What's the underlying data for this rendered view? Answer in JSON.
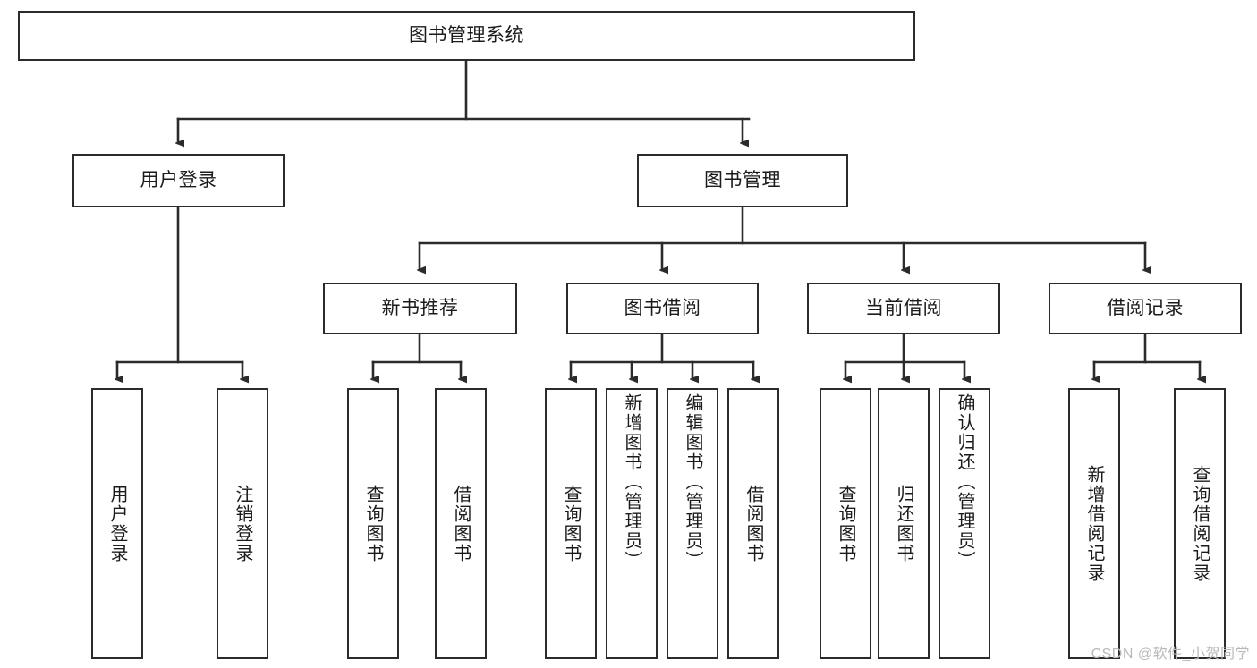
{
  "diagram": {
    "title_node": {
      "label": "图书管理系统"
    },
    "level2": [
      {
        "id": "user-login",
        "label": "用户登录"
      },
      {
        "id": "book-management",
        "label": "图书管理"
      }
    ],
    "level3": [
      {
        "id": "new-book-recommend",
        "label": "新书推荐"
      },
      {
        "id": "book-borrow",
        "label": "图书借阅"
      },
      {
        "id": "current-borrow",
        "label": "当前借阅"
      },
      {
        "id": "borrow-record",
        "label": "借阅记录"
      }
    ],
    "leaves": [
      {
        "id": "leaf-user-login",
        "label": "用户登录"
      },
      {
        "id": "leaf-logout-login",
        "label": "注销登录"
      },
      {
        "id": "leaf-query-book-1",
        "label": "查询图书"
      },
      {
        "id": "leaf-borrow-book-1",
        "label": "借阅图书"
      },
      {
        "id": "leaf-query-book-2",
        "label": "查询图书"
      },
      {
        "id": "leaf-add-book-admin",
        "label": "新增图书（管理员）"
      },
      {
        "id": "leaf-edit-book-admin",
        "label": "编辑图书（管理员）"
      },
      {
        "id": "leaf-borrow-book-2",
        "label": "借阅图书"
      },
      {
        "id": "leaf-query-book-3",
        "label": "查询图书"
      },
      {
        "id": "leaf-return-book",
        "label": "归还图书"
      },
      {
        "id": "leaf-confirm-return-admin",
        "label": "确认归还（管理员）"
      },
      {
        "id": "leaf-add-borrow-record",
        "label": "新增借阅记录"
      },
      {
        "id": "leaf-query-borrow-record",
        "label": "查询借阅记录"
      }
    ],
    "colors": {
      "stroke": "#2b2b2b",
      "fill": "#ffffff",
      "text": "#1b1b1b",
      "watermark": "#b9b9b9"
    }
  },
  "watermark": {
    "text": "CSDN @软件_小贺同学"
  }
}
